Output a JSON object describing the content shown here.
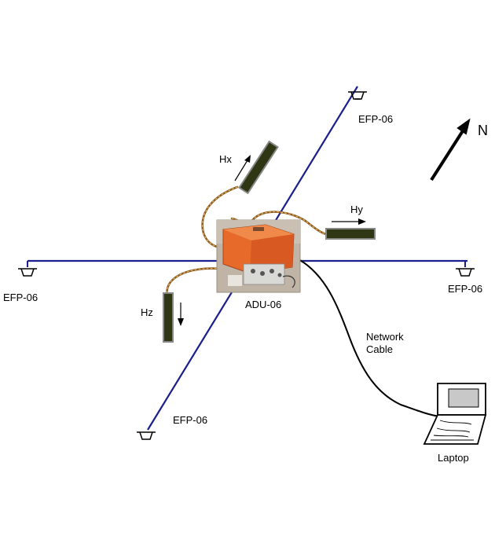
{
  "labels": {
    "efp_ne": "EFP-06",
    "efp_w": "EFP-06",
    "efp_e": "EFP-06",
    "efp_sw": "EFP-06",
    "hx": "Hx",
    "hy": "Hy",
    "hz": "Hz",
    "adu": "ADU-06",
    "network_line1": "Network",
    "network_line2": "Cable",
    "laptop": "Laptop",
    "north": "N"
  },
  "colors": {
    "electrode_line": "#1a1f8c",
    "cable_core": "#8a5a1e",
    "cable_highlight": "#f0c070",
    "coil_fill": "#2f3613",
    "coil_border": "#888888",
    "adu_case": "#e86a2a",
    "network_cable": "#000000"
  }
}
